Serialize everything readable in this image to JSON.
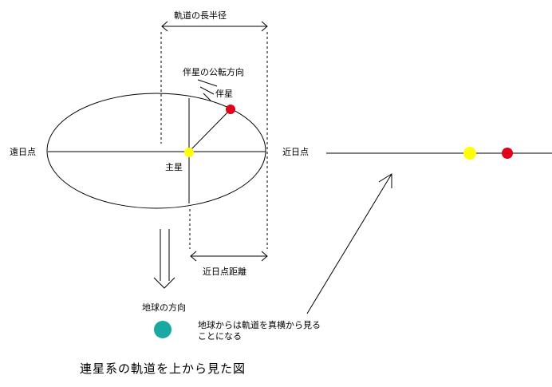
{
  "labels": {
    "semi_major_axis": "軌道の長半径",
    "companion_direction": "伴星の公転方向",
    "companion": "伴星",
    "aphelion": "遠日点",
    "perihelion": "近日点",
    "primary": "主星",
    "perihelion_distance": "近日点距離",
    "earth_direction": "地球の方向",
    "edge_on_note_line1": "地球からは軌道を真横から見る",
    "edge_on_note_line2": "ことになる",
    "caption": "連星系の軌道を上から見た図"
  },
  "colors": {
    "primary_star": "#ffff00",
    "companion_star": "#e0001b",
    "earth": "#1aa8a3",
    "line": "#000000"
  }
}
